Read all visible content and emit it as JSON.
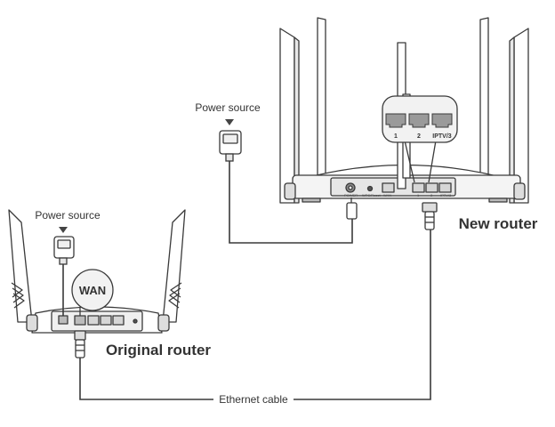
{
  "labels": {
    "power_source_new": "Power source",
    "power_source_original": "Power source",
    "new_router": "New router",
    "original_router": "Original router",
    "ethernet_cable": "Ethernet cable",
    "wan_callout": "WAN"
  },
  "callout_ports": [
    "1",
    "2",
    "IPTV/3"
  ],
  "new_router_port_labels": {
    "power": "POWER",
    "wps": "WPS/Reset",
    "wan": "WAN",
    "lan1": "1",
    "lan2": "2",
    "iptv": "IPTV/3"
  },
  "colors": {
    "outline": "#3a3a3a",
    "device_fill": "#ffffff",
    "back_panel": "#efefef",
    "port_fill": "#d6d6d6",
    "callout_fill": "#f2f2f2",
    "text": "#333333"
  }
}
